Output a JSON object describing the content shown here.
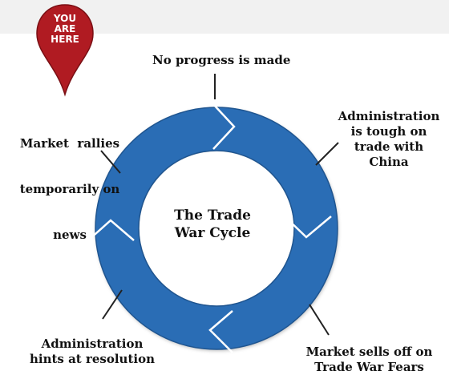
{
  "pin": {
    "lines": [
      "YOU",
      "ARE",
      "HERE"
    ],
    "color": "#b01b22",
    "icon": "map-pin-icon"
  },
  "cycle": {
    "title_lines": [
      "The Trade",
      "War Cycle"
    ],
    "ring_color": "#2a6db5",
    "ring_dark": "#1f5590",
    "stages": [
      {
        "id": "no-progress",
        "lines": [
          "No progress is made"
        ]
      },
      {
        "id": "tough-on-china",
        "lines": [
          "Administration",
          "is tough on",
          "trade with",
          "China"
        ]
      },
      {
        "id": "sells-off",
        "lines": [
          "Market sells off on",
          "Trade War Fears"
        ]
      },
      {
        "id": "hints-resolution",
        "lines": [
          "Administration",
          "hints at resolution"
        ]
      },
      {
        "id": "rallies",
        "lines": [
          "Market  rallies",
          "temporarily on",
          "news"
        ]
      }
    ]
  }
}
